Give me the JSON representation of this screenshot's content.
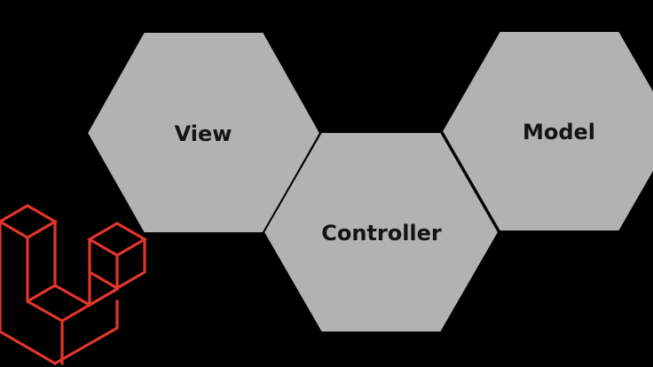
{
  "diagram": {
    "hexagons": [
      {
        "id": "view",
        "label": "View"
      },
      {
        "id": "controller",
        "label": "Controller"
      },
      {
        "id": "model",
        "label": "Model"
      }
    ]
  },
  "colors": {
    "background": "#000000",
    "hexagon_fill": "#b2b2b2",
    "hexagon_text": "#141414",
    "logo_stroke": "#e2352b"
  },
  "logo": {
    "icon": "laravel-logo-icon"
  }
}
